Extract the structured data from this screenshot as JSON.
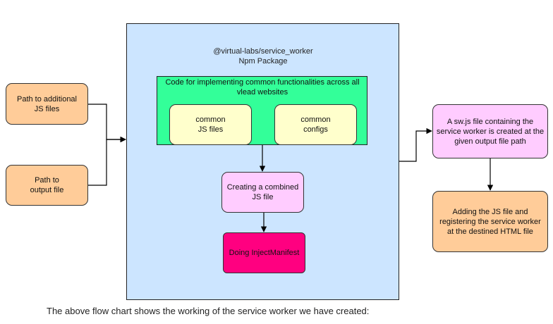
{
  "diagram": {
    "package": {
      "name": "@virtual-labs/service_worker",
      "type": "Npm Package"
    },
    "code_block": {
      "title": "Code for implementing common functionalities across all vlead websites",
      "common_js": "common JS files",
      "common_configs": "common configs"
    },
    "inputs": {
      "additional_js": "Path to additional JS files",
      "output_file": "Path to output file"
    },
    "combined_js": "Creating a combined JS file",
    "inject_manifest": "Doing InjectManifest",
    "sw_file": "A sw.js file containing the service worker is created at the given output file path",
    "register": "Adding the JS file and registering the service worker at the destined HTML file",
    "caption": "The above flow chart shows the working of the service worker we have created:"
  },
  "colors": {
    "package_bg": "#cce5ff",
    "code_bg": "#33ff99",
    "yellow_bg": "#ffffcc",
    "orange_bg": "#ffcc99",
    "pink_bg": "#ffccff",
    "magenta_bg": "#ff0080"
  }
}
